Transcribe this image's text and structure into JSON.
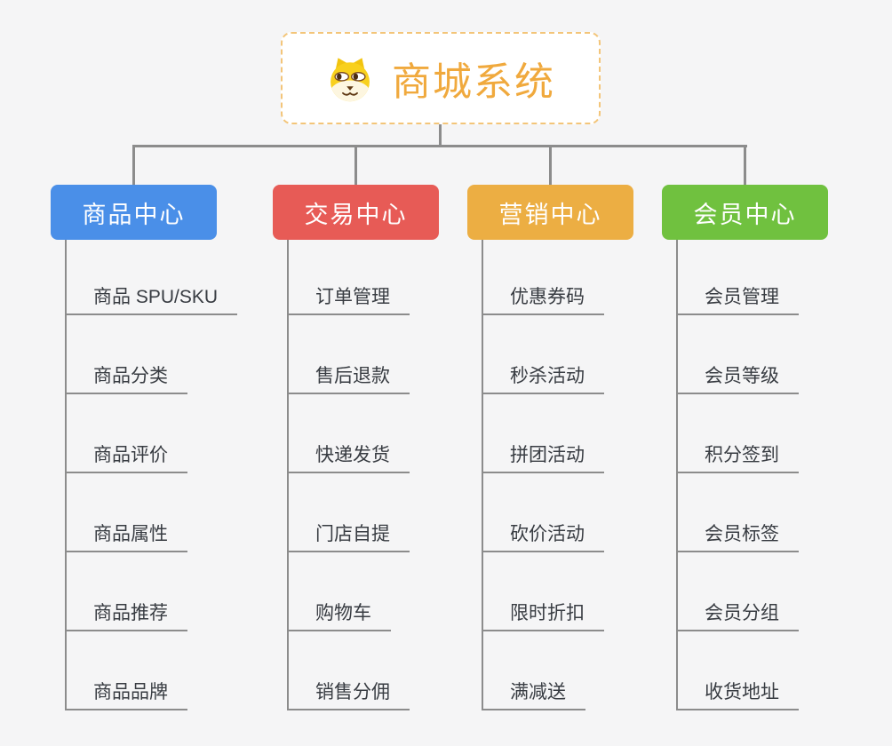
{
  "root": {
    "title": "商城系统",
    "icon": "shiba-dog-icon"
  },
  "branches": [
    {
      "label": "商品中心",
      "color": "#4a8fe8",
      "children": [
        "商品 SPU/SKU",
        "商品分类",
        "商品评价",
        "商品属性",
        "商品推荐",
        "商品品牌"
      ]
    },
    {
      "label": "交易中心",
      "color": "#e75b56",
      "children": [
        "订单管理",
        "售后退款",
        "快递发货",
        "门店自提",
        "购物车",
        "销售分佣"
      ]
    },
    {
      "label": "营销中心",
      "color": "#ecae43",
      "children": [
        "优惠券码",
        "秒杀活动",
        "拼团活动",
        "砍价活动",
        "限时折扣",
        "满减送"
      ]
    },
    {
      "label": "会员中心",
      "color": "#70c13f",
      "children": [
        "会员管理",
        "会员等级",
        "积分签到",
        "会员标签",
        "会员分组",
        "收货地址"
      ]
    }
  ],
  "colors": {
    "connector": "#8c8c8c",
    "root_text": "#f0a93d",
    "root_border": "#f3c579",
    "header_text": "#ffffff",
    "child_text": "#383c42",
    "background": "#f5f5f6"
  }
}
